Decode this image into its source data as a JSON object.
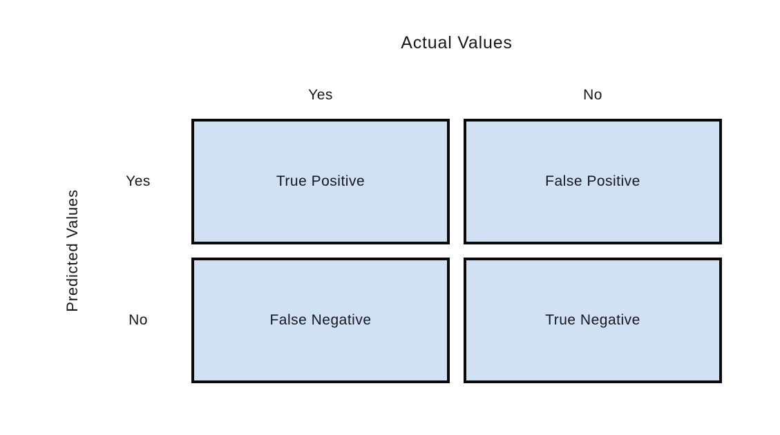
{
  "diagram": {
    "title": "Actual Values",
    "y_axis_label": "Predicted Values",
    "column_headers": [
      "Yes",
      "No"
    ],
    "row_headers": [
      "Yes",
      "No"
    ],
    "cells": [
      [
        "True Positive",
        "False Positive"
      ],
      [
        "False Negative",
        "True Negative"
      ]
    ],
    "colors": {
      "background": "#ffffff",
      "cell_fill": "#cfe1f2",
      "cell_border": "#0a0a0a",
      "text": "#16161f"
    }
  }
}
